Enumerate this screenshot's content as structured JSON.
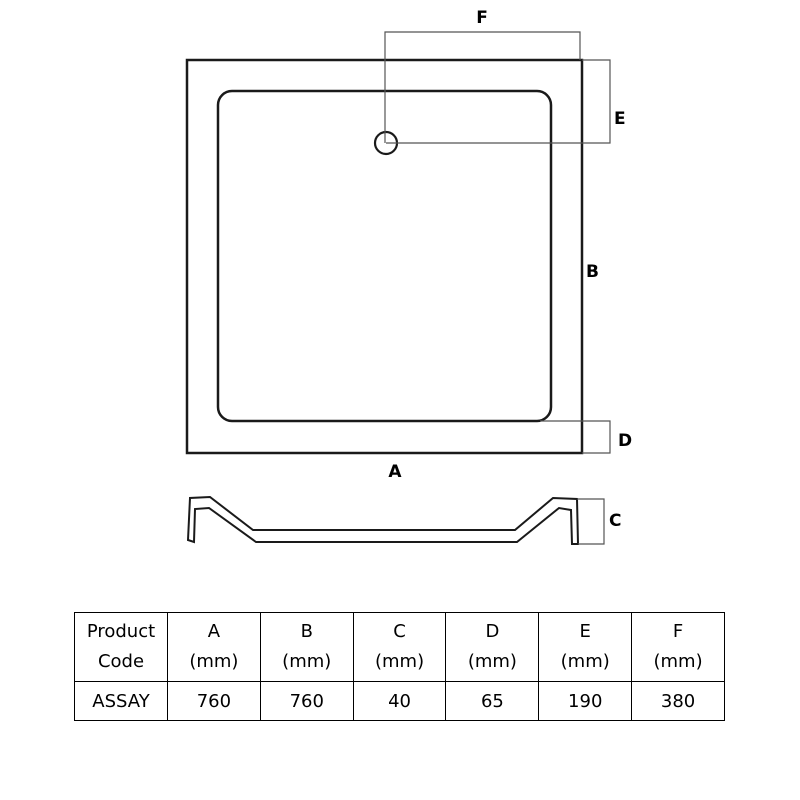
{
  "diagram": {
    "labels": {
      "a": "A",
      "b": "B",
      "c": "C",
      "d": "D",
      "e": "E",
      "f": "F"
    },
    "stroke_color": "#1a1a1a"
  },
  "table": {
    "headers": [
      {
        "line1": "Product",
        "line2": "Code"
      },
      {
        "line1": "A",
        "line2": "(mm)"
      },
      {
        "line1": "B",
        "line2": "(mm)"
      },
      {
        "line1": "C",
        "line2": "(mm)"
      },
      {
        "line1": "D",
        "line2": "(mm)"
      },
      {
        "line1": "E",
        "line2": "(mm)"
      },
      {
        "line1": "F",
        "line2": "(mm)"
      }
    ],
    "rows": [
      [
        "ASSAY",
        "760",
        "760",
        "40",
        "65",
        "190",
        "380"
      ]
    ]
  }
}
